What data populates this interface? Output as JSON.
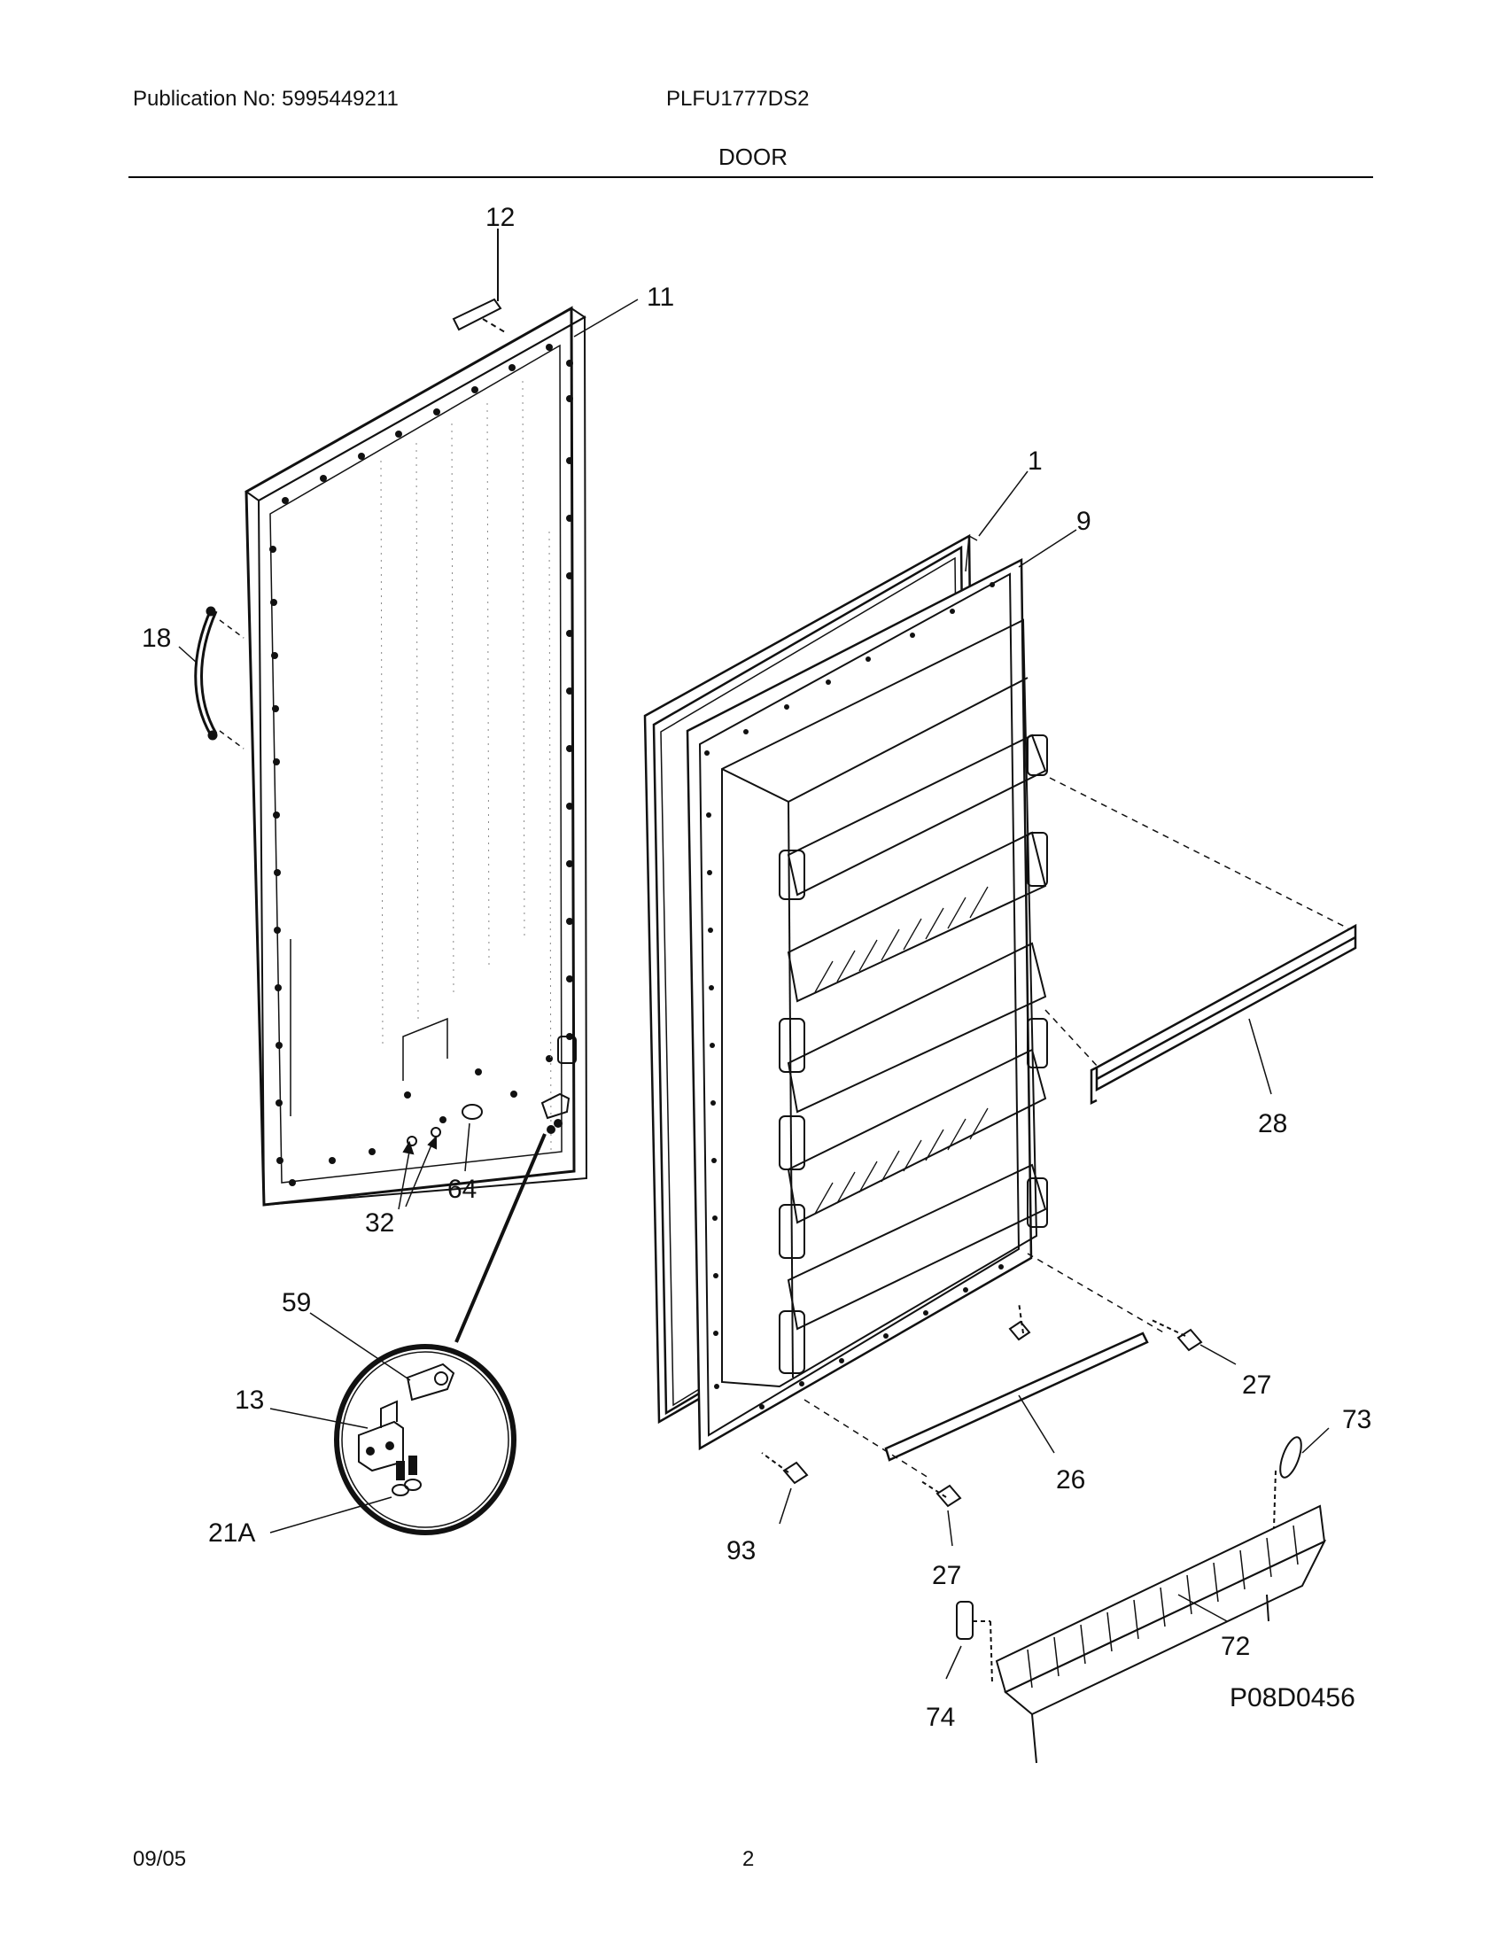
{
  "header": {
    "publication": "Publication No: 5995449211",
    "model": "PLFU1777DS2",
    "section": "DOOR"
  },
  "callouts": {
    "c1": "1",
    "c9": "9",
    "c11": "11",
    "c12": "12",
    "c13": "13",
    "c18": "18",
    "c21a": "21A",
    "c26": "26",
    "c27a": "27",
    "c27b": "27",
    "c28": "28",
    "c32": "32",
    "c59": "59",
    "c64": "64",
    "c72": "72",
    "c73": "73",
    "c74": "74",
    "c93": "93"
  },
  "drawing_code": "P08D0456",
  "footer": {
    "date": "09/05",
    "page": "2"
  }
}
